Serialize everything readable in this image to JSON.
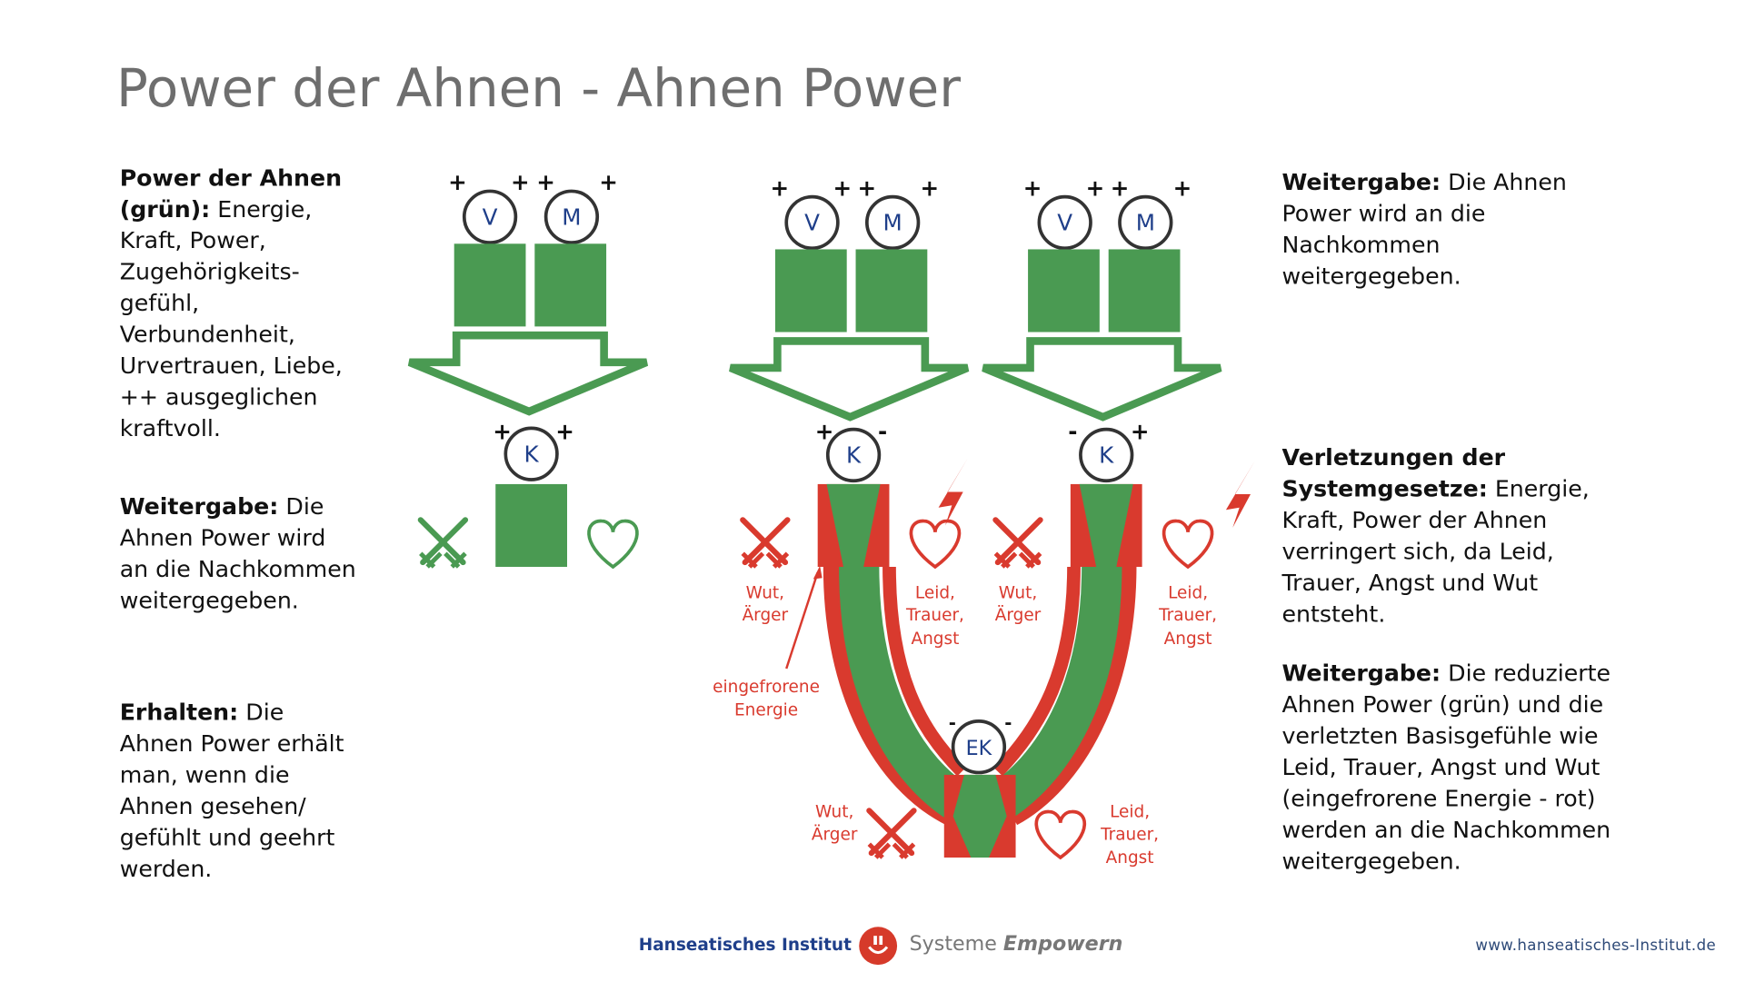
{
  "title": "Power der Ahnen - Ahnen Power",
  "left": {
    "p1_bold": "Power der Ahnen (grün):",
    "p1_text": " Energie, Kraft, Power, Zugehörigkeits-gefühl, Verbundenheit, Urvertrauen, Liebe, ++ ausgeglichen kraftvoll.",
    "p2_bold": "Weitergabe:",
    "p2_text": " Die Ahnen Power wird an die Nachkommen weitergegeben.",
    "p3_bold": "Erhalten:",
    "p3_text": " Die Ahnen Power erhält man, wenn die Ahnen gesehen/ gefühlt und geehrt werden."
  },
  "right": {
    "p1_bold": "Weitergabe:",
    "p1_text": " Die Ahnen Power wird an die Nachkommen weitergegeben.",
    "p2_bold": "Verletzungen der Systemgesetze:",
    "p2_text": " Energie, Kraft, Power der Ahnen verringert sich, da Leid, Trauer, Angst und Wut entsteht.",
    "p3_bold": "Weitergabe:",
    "p3_text": " Die reduzierte Ahnen Power (grün) und die verletzten Basisgefühle wie Leid, Trauer, Angst und Wut (eingefrorene Energie - rot) werden an die Nachkommen weitergegeben."
  },
  "diagram": {
    "father": "V",
    "mother": "M",
    "child": "K",
    "grandchild": "EK",
    "plus": "+",
    "minus": "-",
    "anger_1": "Wut,",
    "anger_2": "Ärger",
    "grief_1": "Leid,",
    "grief_2": "Trauer,",
    "grief_3": "Angst",
    "frozen_1": "eingefrorene",
    "frozen_2": "Energie"
  },
  "footer": {
    "brand": "Hanseatisches Institut",
    "systeme": "Systeme",
    "empowern": "Empowern",
    "url": "www.hanseatisches-Institut.de"
  },
  "colors": {
    "green": "#4a9a52",
    "red": "#d93a2e",
    "blue": "#1f3f8a",
    "title": "#6e6e6e"
  }
}
